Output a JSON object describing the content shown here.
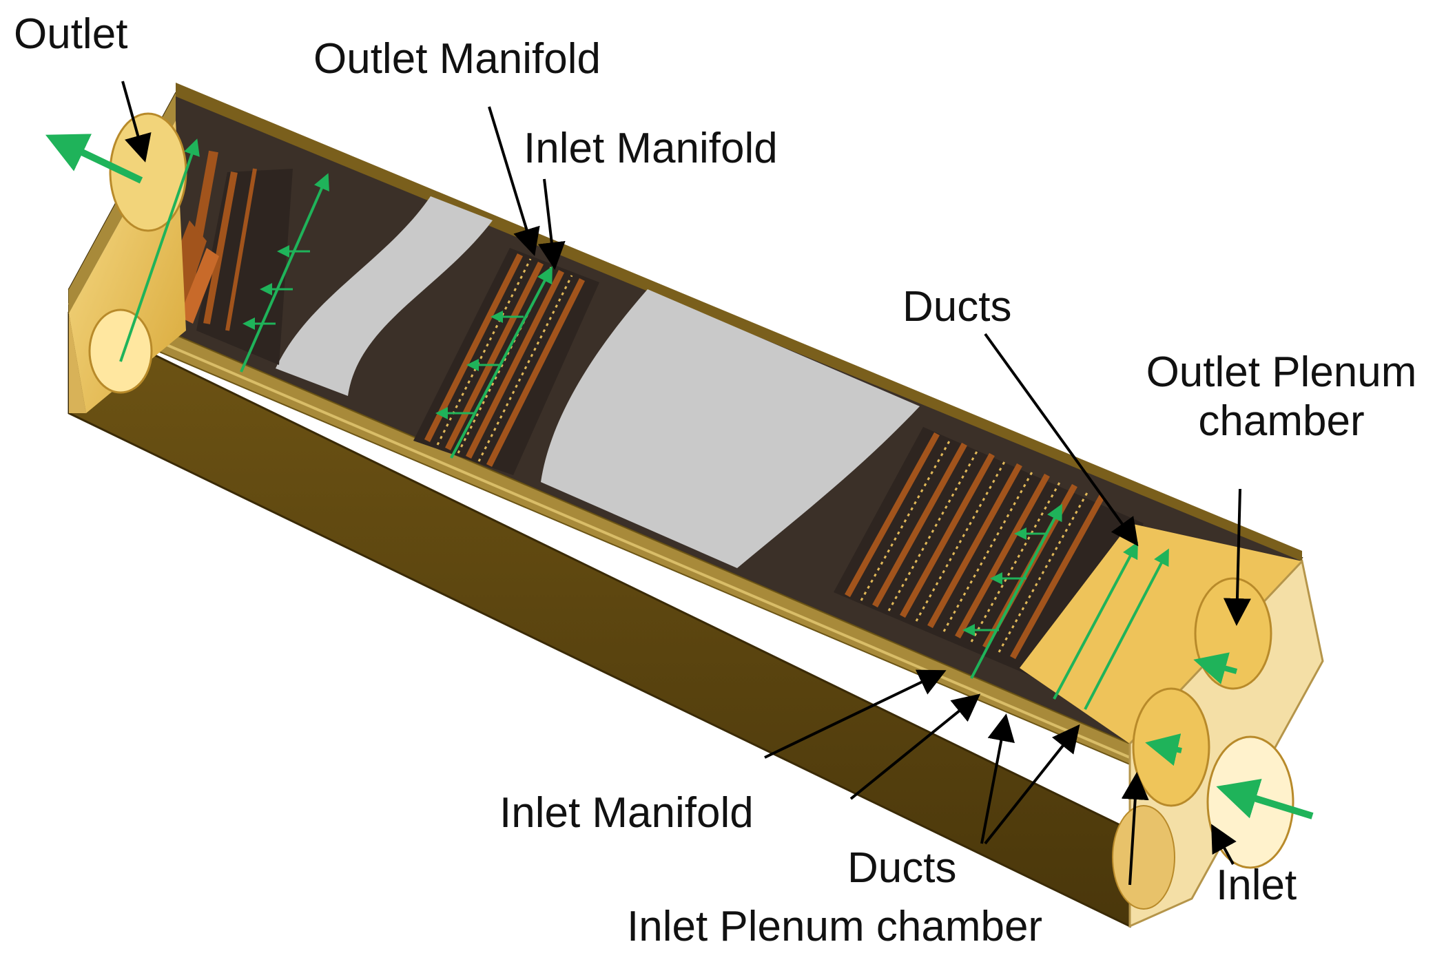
{
  "labels": {
    "outlet": "Outlet",
    "outlet_manifold": "Outlet Manifold",
    "inlet_manifold_top": "Inlet Manifold",
    "ducts_top": "Ducts",
    "outlet_plenum_line1": "Outlet Plenum",
    "outlet_plenum_line2": "chamber",
    "inlet_manifold_bottom": "Inlet Manifold",
    "ducts_bottom": "Ducts",
    "inlet_plenum": "Inlet Plenum chamber",
    "inlet": "Inlet"
  },
  "colors": {
    "housing_dark": "#4f3a0c",
    "housing_mid": "#6e5414",
    "rail": "#a88a3a",
    "end_cap": "#e9c25a",
    "end_cap_light": "#f4dfa6",
    "duct_field": "#3b3028",
    "copper": "#a2541c",
    "grey_panel": "#c9c9c9",
    "flow_arrow": "#1fb35a",
    "leader": "#000000"
  }
}
